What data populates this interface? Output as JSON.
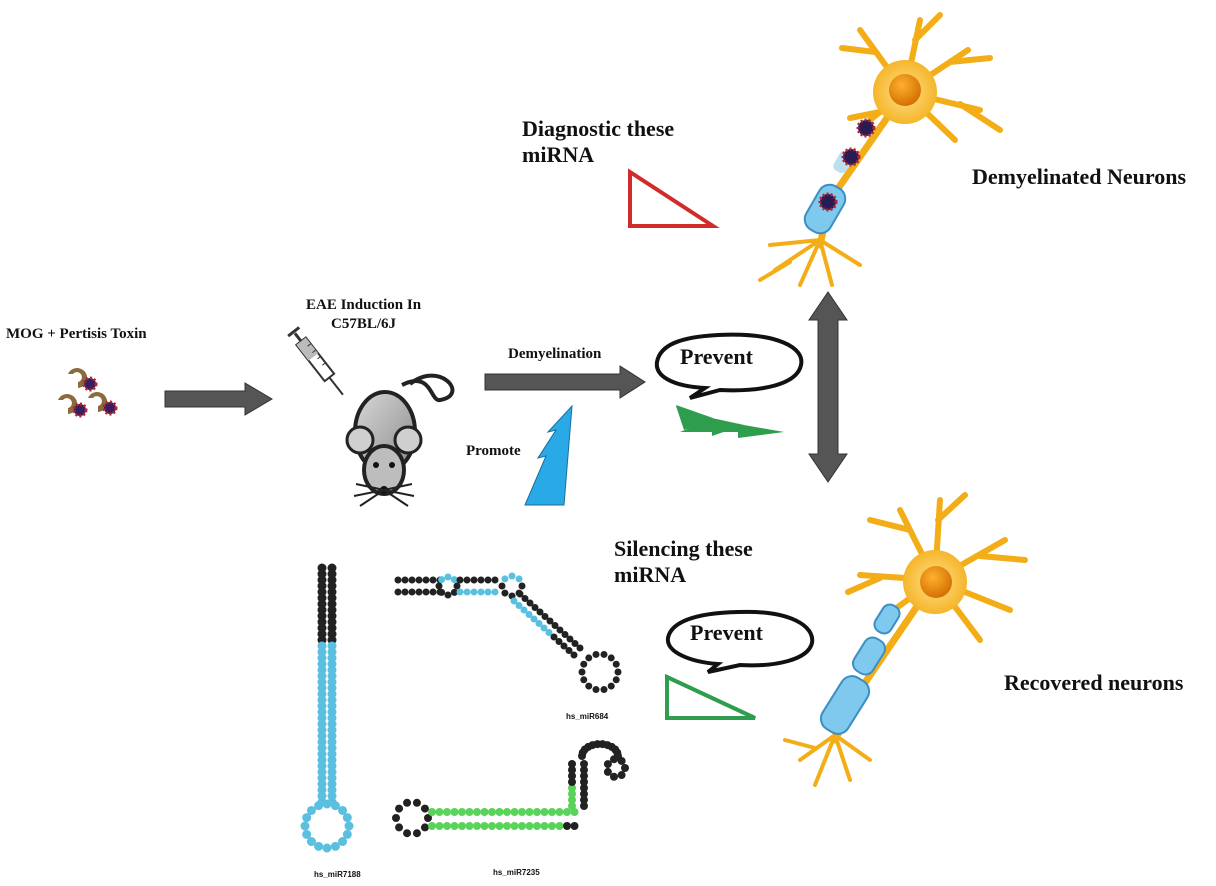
{
  "labels": {
    "mog": "MOG + Pertisis Toxin",
    "eae": "EAE Induction In\nC57BL/6J",
    "demyelination": "Demyelination",
    "promote": "Promote",
    "prevent_top": "Prevent",
    "prevent_bottom": "Prevent",
    "diagnostic": "Diagnostic these\nmiRNA",
    "silencing": "Silencing these\nmiRNA",
    "demyelinated_neurons": "Demyelinated Neurons",
    "recovered_neurons": "Recovered neurons",
    "mir7188": "hs_miR7188",
    "mir684": "hs_miR684",
    "mir7235": "hs_miR7235"
  },
  "colors": {
    "arrow": "#555555",
    "red": "#d12b2b",
    "green": "#2e9e4e",
    "blue": "#2aa3e0",
    "neuron": "#f5b21b",
    "nucleus": "#e68a00",
    "myelin": "#7fc8ee",
    "rna_blue": "#5bbfe0",
    "rna_green": "#59d35a",
    "rna_black": "#222222"
  }
}
